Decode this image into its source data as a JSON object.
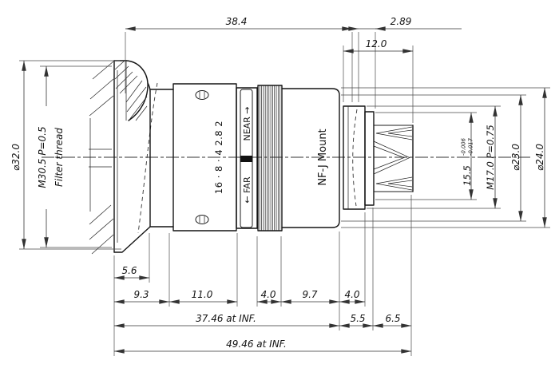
{
  "drawing": {
    "description": "Lens mechanical outline drawing",
    "colors": {
      "line": "#1a1a1a",
      "background": "#ffffff"
    },
    "front": {
      "diameter_label": "⌀32.0",
      "thread_label": "M30.5 P=0.5",
      "thread_note": "Filter thread"
    },
    "barrel": {
      "aperture_scale": "16 · 8 · 4 2.8 2",
      "near_label": "NEAR →",
      "far_label": "← FAR",
      "mount_label": "NF-J Mount"
    },
    "rear": {
      "pilot_diameter": "15.5",
      "pilot_tol_upper": "-0.006",
      "pilot_tol_lower": "-0.017",
      "thread_label": "M17.0 P=0.75",
      "diameter_23": "⌀23.0",
      "diameter_24": "⌀24.0"
    },
    "dims_top": {
      "front_to_flange": "38.4",
      "flange_offset": "2.89",
      "rear_length": "12.0"
    },
    "dims_bottom": {
      "front_cone": "5.6",
      "front_section": "9.3",
      "aperture_section": "11.0",
      "knurl_width": "4.0",
      "mount_section": "9.7",
      "flange_width": "4.0",
      "rear_step": "5.5",
      "rear_tip": "6.5",
      "flange_distance": "37.46 at INF.",
      "overall_length": "49.46 at INF."
    }
  }
}
